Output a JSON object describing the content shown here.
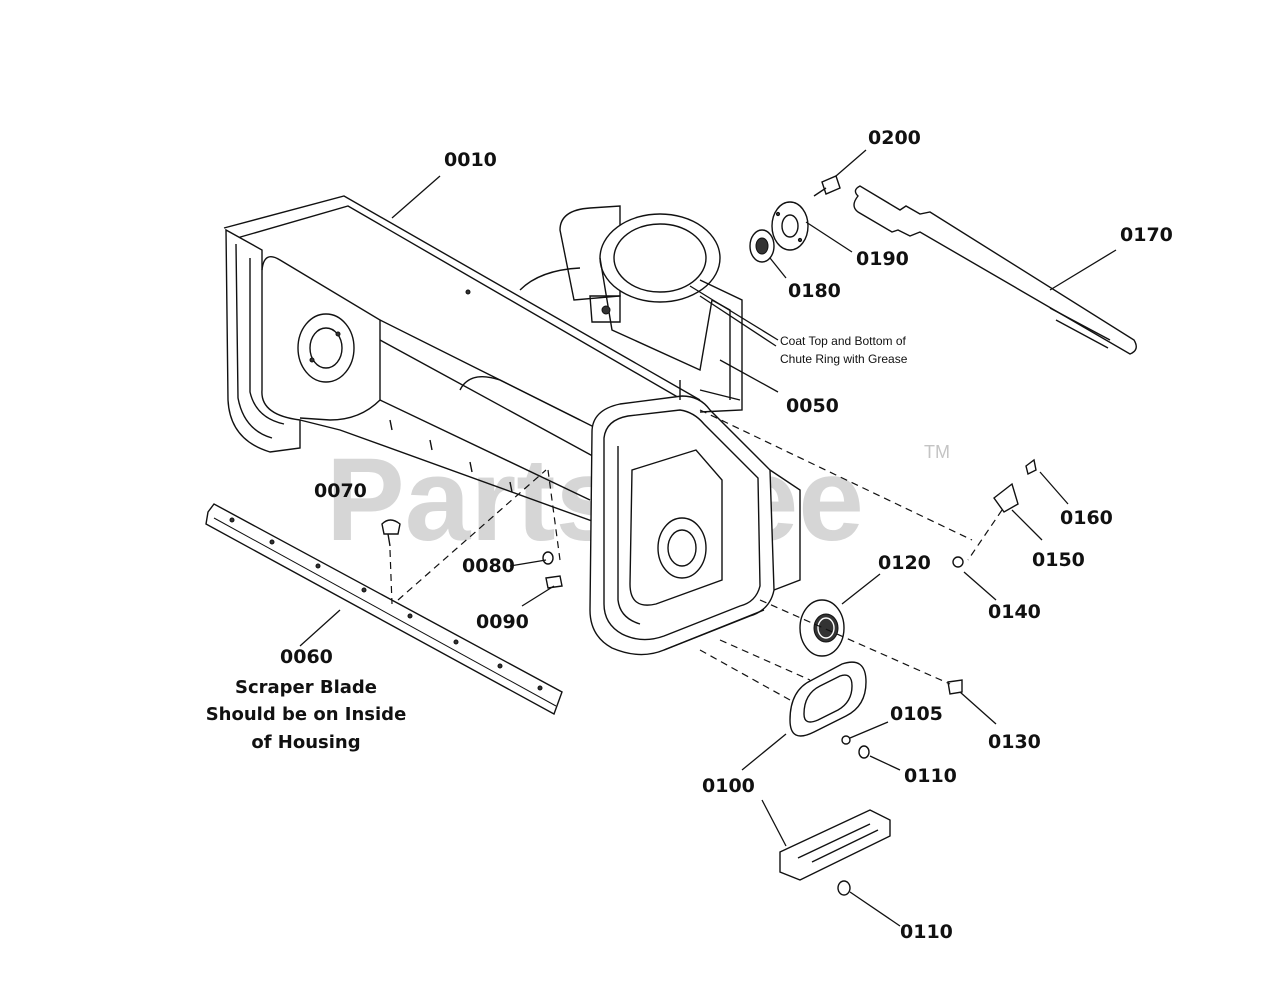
{
  "watermark": {
    "text": "PartsTree",
    "trademark": "TM"
  },
  "note": {
    "line1": "Coat Top and Bottom of",
    "line2": "Chute Ring with Grease"
  },
  "scraper_note": {
    "line1": "Scraper Blade",
    "line2": "Should be on Inside",
    "line3": "of Housing"
  },
  "labels": {
    "p0010": "0010",
    "p0050": "0050",
    "p0060": "0060",
    "p0070": "0070",
    "p0080": "0080",
    "p0090": "0090",
    "p0100": "0100",
    "p0105": "0105",
    "p0110a": "0110",
    "p0110b": "0110",
    "p0120": "0120",
    "p0130": "0130",
    "p0140": "0140",
    "p0150": "0150",
    "p0160": "0160",
    "p0170": "0170",
    "p0180": "0180",
    "p0190": "0190",
    "p0200": "0200"
  }
}
